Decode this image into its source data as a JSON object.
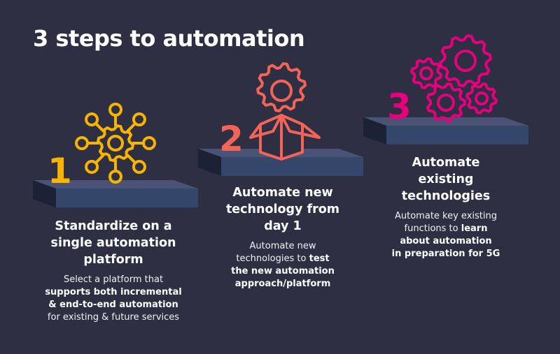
{
  "title": "3 steps to automation",
  "colors": {
    "background": "#2e2f42",
    "step1": "#f7b500",
    "step2": "#f26457",
    "step3": "#e6007e",
    "platform_top": "#4a5375",
    "platform_front": "#34466a",
    "platform_side": "#1c2135"
  },
  "steps": [
    {
      "number": "1",
      "icon": "network-gear-icon",
      "title_lines": [
        "Standardize on a",
        "single automation",
        "platform"
      ],
      "desc_lines": [
        [
          {
            "text": "Select a platform that",
            "bold": false
          }
        ],
        [
          {
            "text": "supports both incremental",
            "bold": true
          }
        ],
        [
          {
            "text": "& end-to-end automation",
            "bold": true
          }
        ],
        [
          {
            "text": "for existing & future services",
            "bold": false
          }
        ]
      ]
    },
    {
      "number": "2",
      "icon": "gear-box-icon",
      "title_lines": [
        "Automate new",
        "technology from",
        "day 1"
      ],
      "desc_lines": [
        [
          {
            "text": "Automate new",
            "bold": false
          }
        ],
        [
          {
            "text": "technologies to ",
            "bold": false
          },
          {
            "text": "test",
            "bold": true
          }
        ],
        [
          {
            "text": "the new automation",
            "bold": true
          }
        ],
        [
          {
            "text": "approach/platform",
            "bold": true
          }
        ]
      ]
    },
    {
      "number": "3",
      "icon": "gears-icon",
      "title_lines": [
        "Automate",
        "existing",
        "technologies"
      ],
      "desc_lines": [
        [
          {
            "text": "Automate key existing",
            "bold": false
          }
        ],
        [
          {
            "text": "functions to ",
            "bold": false
          },
          {
            "text": "learn",
            "bold": true
          }
        ],
        [
          {
            "text": "about automation",
            "bold": true
          }
        ],
        [
          {
            "text": "in preparation for 5G",
            "bold": true
          }
        ]
      ]
    }
  ]
}
